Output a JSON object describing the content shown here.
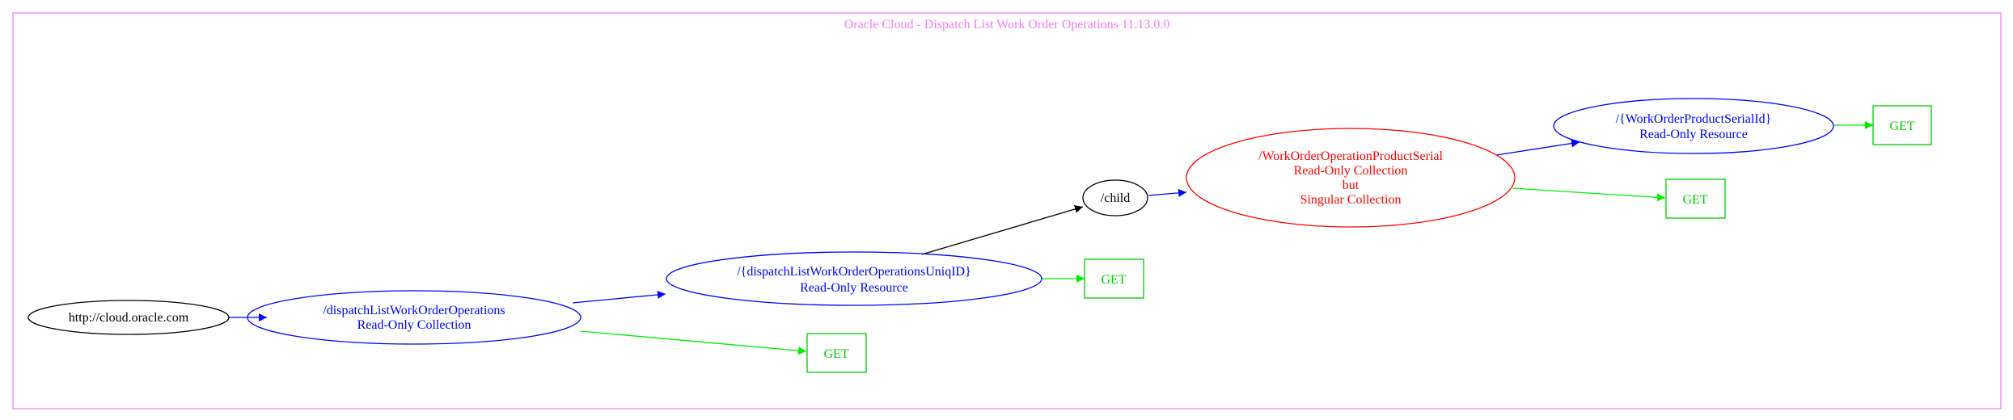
{
  "diagram": {
    "title": "Oracle Cloud - Dispatch List Work Order Operations 11.13.0.0",
    "colors": {
      "frame": "#ee82ee",
      "title": "#ee82ee",
      "root": "#000000",
      "collection": "#0000ff",
      "resource": "#0000ff",
      "singular": "#ff0000",
      "child": "#000000",
      "get": "#00cc00",
      "edge_blue": "#0000ff",
      "edge_black": "#000000",
      "edge_green": "#00ee00"
    },
    "nodes": {
      "root": {
        "line1": "http://cloud.oracle.com"
      },
      "collection": {
        "line1": "/dispatchListWorkOrderOperations",
        "line2": "Read-Only Collection"
      },
      "resource": {
        "line1": "/{dispatchListWorkOrderOperationsUniqID}",
        "line2": "Read-Only Resource"
      },
      "child": {
        "line1": "/child"
      },
      "serial": {
        "line1": "/WorkOrderOperationProductSerial",
        "line2": "Read-Only Collection",
        "line3": "but",
        "line4": "Singular Collection"
      },
      "serial_resource": {
        "line1": "/{WorkOrderProductSerialId}",
        "line2": "Read-Only Resource"
      },
      "get_collection": {
        "label": "GET"
      },
      "get_resource": {
        "label": "GET"
      },
      "get_serial": {
        "label": "GET"
      },
      "get_serial_resource": {
        "label": "GET"
      }
    }
  }
}
